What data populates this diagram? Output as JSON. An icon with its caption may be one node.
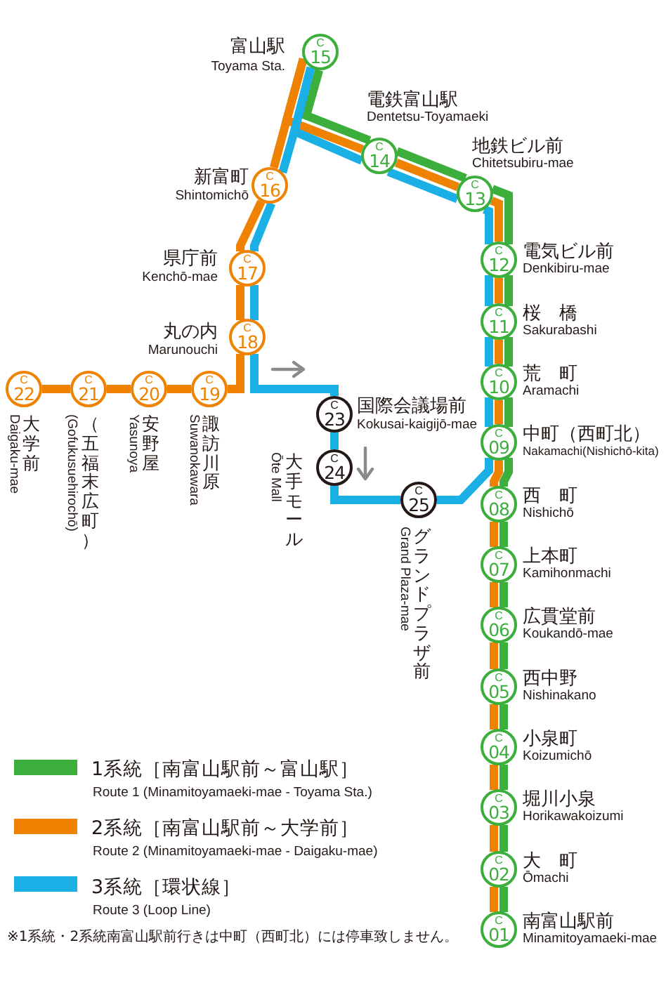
{
  "diagram": {
    "nodes": [
      {
        "text": [
          "C",
          "01"
        ],
        "beside": [
          "南富山駅前",
          "Minamitoyamaeki-mae"
        ]
      },
      {
        "text": [
          "C",
          "02"
        ],
        "beside": [
          "大　町",
          "Ōmachi"
        ]
      },
      {
        "text": [
          "C",
          "03"
        ],
        "beside": [
          "堀川小泉",
          "Horikawakoizumi"
        ]
      },
      {
        "text": [
          "C",
          "04"
        ],
        "beside": [
          "小泉町",
          "Koizumichō"
        ]
      },
      {
        "text": [
          "C",
          "05"
        ],
        "beside": [
          "西中野",
          "Nishinakano"
        ]
      },
      {
        "text": [
          "C",
          "06"
        ],
        "beside": [
          "広貫堂前",
          "Koukandō-mae"
        ]
      },
      {
        "text": [
          "C",
          "07"
        ],
        "beside": [
          "上本町",
          "Kamihonmachi"
        ]
      },
      {
        "text": [
          "C",
          "08"
        ],
        "beside": [
          "西　町",
          "Nishichō"
        ]
      },
      {
        "text": [
          "C",
          "09"
        ],
        "beside": [
          "中町（西町北）",
          "Nakamachi(Nishichō-kita)"
        ]
      },
      {
        "text": [
          "C",
          "10"
        ],
        "beside": [
          "荒　町",
          "Aramachi"
        ]
      },
      {
        "text": [
          "C",
          "11"
        ],
        "beside": [
          "桜　橋",
          "Sakurabashi"
        ]
      },
      {
        "text": [
          "C",
          "12"
        ],
        "beside": [
          "電気ビル前",
          "Denkibiru-mae"
        ]
      },
      {
        "text": [
          "C",
          "13"
        ],
        "beside": [
          "地鉄ビル前",
          "Chitetsubiru-mae"
        ]
      },
      {
        "text": [
          "C",
          "14"
        ],
        "beside": [
          "電鉄富山駅",
          "Dentetsu-Toyamaeki"
        ]
      },
      {
        "text": [
          "C",
          "15"
        ],
        "beside": [
          "富山駅",
          "Toyama Sta."
        ]
      },
      {
        "text": [
          "C",
          "16"
        ],
        "beside": [
          "新富町",
          "Shintomichō"
        ]
      },
      {
        "text": [
          "C",
          "17"
        ],
        "beside": [
          "県庁前",
          "Kenchō-mae"
        ]
      },
      {
        "text": [
          "C",
          "18"
        ],
        "beside": [
          "丸の内",
          "Marunouchi"
        ]
      },
      {
        "text": [
          "C",
          "19"
        ],
        "beside": [
          "諏訪川原",
          "Suwanokawara"
        ]
      },
      {
        "text": [
          "C",
          "20"
        ],
        "beside": [
          "安野屋",
          "Yasunoya"
        ]
      },
      {
        "text": [
          "C",
          "21"
        ],
        "beside": [
          "（五福末広町）",
          "(Gofukusuehirochō)"
        ]
      },
      {
        "text": [
          "C",
          "22"
        ],
        "beside": [
          "大学前",
          "Daigaku-mae"
        ]
      },
      {
        "text": [
          "C",
          "23"
        ],
        "beside": [
          "国際会議場前",
          "Kokusai-kaigijō-mae"
        ]
      },
      {
        "text": [
          "C",
          "24"
        ],
        "beside": [
          "大手モール",
          "Ōte Mall"
        ]
      },
      {
        "text": [
          "C",
          "25"
        ],
        "beside": [
          "グランドプラザ前",
          "Grand Plaza-mae"
        ]
      }
    ],
    "edges": [
      {
        "from": 0,
        "to": 1,
        "arrow": "none",
        "color": "#3cae3c"
      },
      {
        "from": 1,
        "to": 2,
        "arrow": "none",
        "color": "#3cae3c"
      },
      {
        "from": 2,
        "to": 3,
        "arrow": "none",
        "color": "#3cae3c"
      },
      {
        "from": 3,
        "to": 4,
        "arrow": "none",
        "color": "#3cae3c"
      },
      {
        "from": 4,
        "to": 5,
        "arrow": "none",
        "color": "#3cae3c"
      },
      {
        "from": 5,
        "to": 6,
        "arrow": "none",
        "color": "#3cae3c"
      },
      {
        "from": 6,
        "to": 7,
        "arrow": "none",
        "color": "#3cae3c"
      },
      {
        "from": 7,
        "to": 8,
        "arrow": "none",
        "color": "#3cae3c"
      },
      {
        "from": 8,
        "to": 9,
        "arrow": "none",
        "color": "#3cae3c"
      },
      {
        "from": 9,
        "to": 10,
        "arrow": "none",
        "color": "#3cae3c"
      },
      {
        "from": 10,
        "to": 11,
        "arrow": "none",
        "color": "#3cae3c"
      },
      {
        "from": 11,
        "to": 12,
        "arrow": "none",
        "color": "#3cae3c"
      },
      {
        "from": 12,
        "to": 13,
        "arrow": "none",
        "color": "#3cae3c"
      },
      {
        "from": 13,
        "to": 14,
        "arrow": "none",
        "color": "#3cae3c"
      },
      {
        "from": 0,
        "to": 1,
        "arrow": "none"
      },
      {
        "from": 1,
        "to": 2,
        "arrow": "none"
      },
      {
        "from": 2,
        "to": 3,
        "arrow": "none"
      },
      {
        "from": 3,
        "to": 4,
        "arrow": "none"
      },
      {
        "from": 4,
        "to": 5,
        "arrow": "none"
      },
      {
        "from": 5,
        "to": 6,
        "arrow": "none"
      },
      {
        "from": 6,
        "to": 7,
        "arrow": "none"
      },
      {
        "from": 7,
        "to": 8,
        "arrow": "none"
      },
      {
        "from": 8,
        "to": 9,
        "arrow": "none"
      },
      {
        "from": 9,
        "to": 10,
        "arrow": "none"
      },
      {
        "from": 10,
        "to": 11,
        "arrow": "none"
      },
      {
        "from": 11,
        "to": 12,
        "arrow": "none"
      },
      {
        "from": 12,
        "to": 13,
        "arrow": "none"
      },
      {
        "from": 13,
        "to": 14,
        "arrow": "none"
      },
      {
        "from": 14,
        "to": 15,
        "arrow": "none"
      },
      {
        "from": 15,
        "to": 16,
        "arrow": "none"
      },
      {
        "from": 16,
        "to": 17,
        "arrow": "none"
      },
      {
        "from": 17,
        "to": 18,
        "arrow": "none"
      },
      {
        "from": 18,
        "to": 19,
        "arrow": "none"
      },
      {
        "from": 19,
        "to": 20,
        "arrow": "none"
      },
      {
        "from": 20,
        "to": 21,
        "arrow": "none"
      },
      {
        "from": 14,
        "to": 13,
        "arrow": "none",
        "color": "#1ab0e6"
      },
      {
        "from": 13,
        "to": 12,
        "arrow": "none",
        "color": "#1ab0e6"
      },
      {
        "from": 12,
        "to": 11,
        "arrow": "none",
        "color": "#1ab0e6"
      },
      {
        "from": 11,
        "to": 10,
        "arrow": "none",
        "color": "#1ab0e6"
      },
      {
        "from": 10,
        "to": 9,
        "arrow": "none",
        "color": "#1ab0e6"
      },
      {
        "from": 9,
        "to": 8,
        "arrow": "none",
        "color": "#1ab0e6"
      },
      {
        "from": 8,
        "to": 24,
        "arrow": "none",
        "color": "#1ab0e6"
      },
      {
        "from": 24,
        "to": 23,
        "arrow": "none",
        "color": "#1ab0e6"
      },
      {
        "from": 23,
        "to": 22,
        "arrow": "none",
        "color": "#1ab0e6"
      },
      {
        "from": 22,
        "to": 17,
        "arrow": "none",
        "color": "#1ab0e6"
      },
      {
        "from": 17,
        "to": 16,
        "arrow": "none",
        "color": "#1ab0e6"
      },
      {
        "from": 16,
        "to": 15,
        "arrow": "none",
        "color": "#1ab0e6"
      },
      {
        "from": 15,
        "to": 14,
        "arrow": "none",
        "color": "#1ab0e6"
      }
    ],
    "labels": [
      "Route 1 (Minamitoyamaeki-mae - Toyama Sta.)",
      "Route 2 (Minamitoyamaeki-mae - Daigaku-mae)",
      "Route 3 (Loop Line)",
      "※1系統・2系統南富山駅前行きは中町（西町北）には停車致しません。"
    ],
    "legend": [
      {
        "text": "1系統［南富山駅前～富山駅］",
        "color": "#3cae3c"
      },
      {
        "text": "2系統［南富山駅前～大学前］",
        "color": "#ef8200"
      },
      {
        "text": "3系統［環状線］",
        "color": "#1ab0e6"
      }
    ]
  }
}
